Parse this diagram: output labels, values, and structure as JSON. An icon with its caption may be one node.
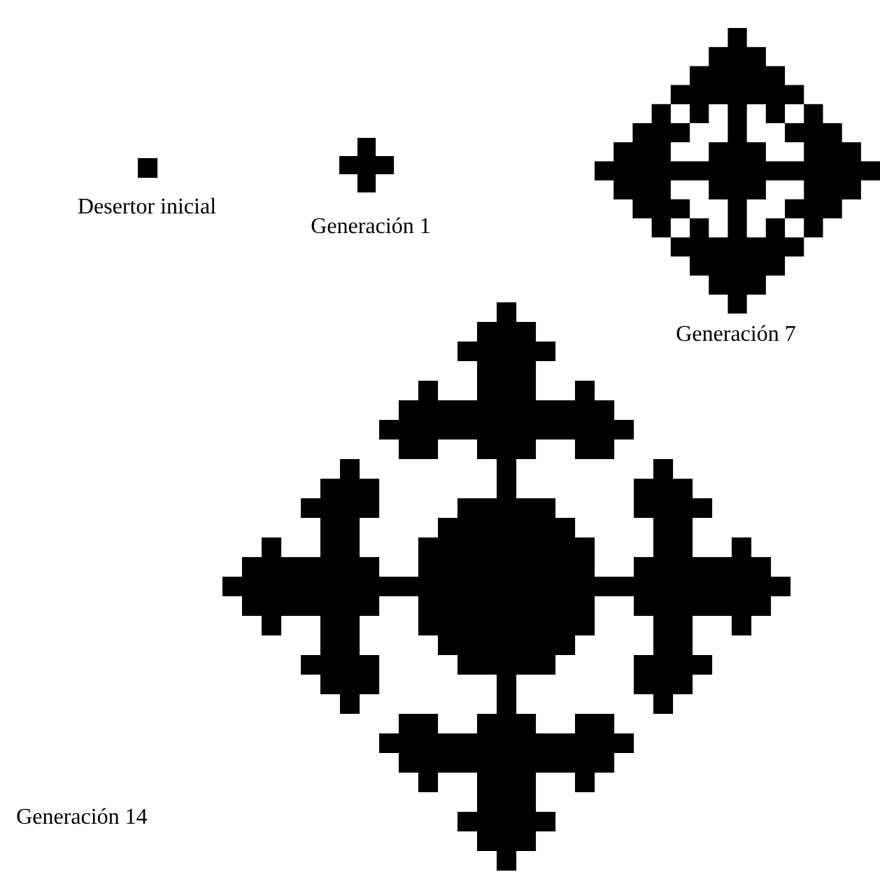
{
  "diagram": {
    "labels": [
      "Desertor inicial",
      "Generación 1",
      "Generación 7",
      "Generación 14"
    ]
  }
}
